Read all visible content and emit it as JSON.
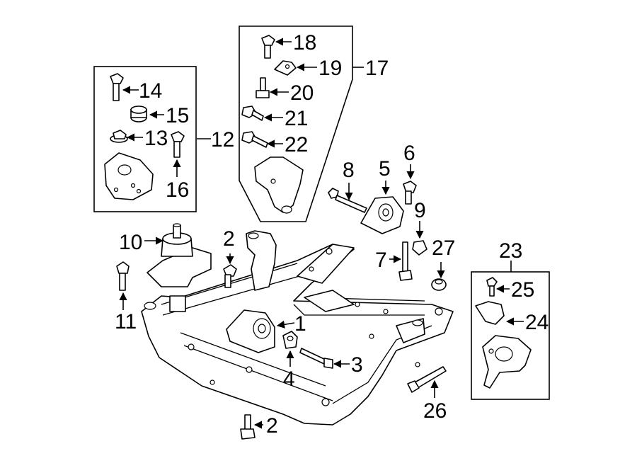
{
  "callouts": {
    "c1": "1",
    "c2a": "2",
    "c2b": "2",
    "c3": "3",
    "c4": "4",
    "c5": "5",
    "c6": "6",
    "c7": "7",
    "c8": "8",
    "c9": "9",
    "c10": "10",
    "c11": "11",
    "c12": "12",
    "c13": "13",
    "c14": "14",
    "c15": "15",
    "c16": "16",
    "c17": "17",
    "c18": "18",
    "c19": "19",
    "c20": "20",
    "c21": "21",
    "c22": "22",
    "c23": "23",
    "c24": "24",
    "c25": "25",
    "c26": "26",
    "c27": "27"
  }
}
